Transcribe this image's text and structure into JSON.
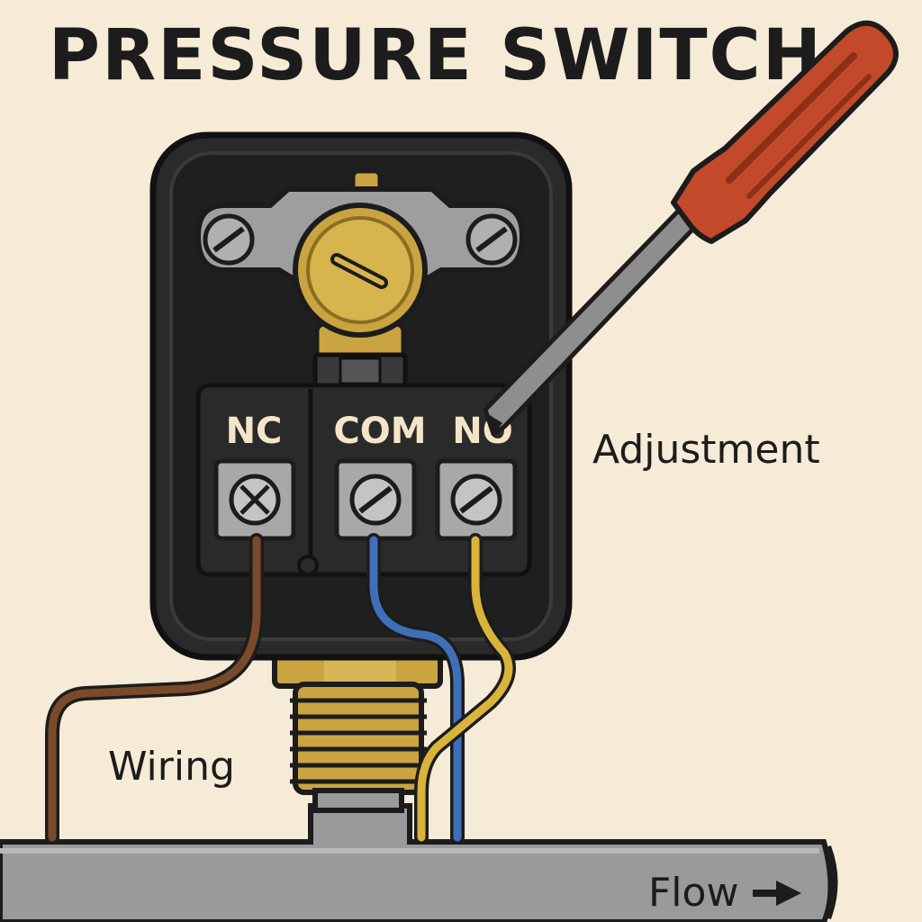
{
  "title": "PRESSURE SWITCH",
  "terminals": {
    "nc": "NC",
    "com": "COM",
    "no": "NO"
  },
  "labels": {
    "adjustment": "Adjustment",
    "wiring": "Wiring",
    "flow": "Flow"
  },
  "wire_colors": {
    "nc": "#7a4a2a",
    "com": "#3f6fb8",
    "no": "#d9b33a"
  },
  "colors": {
    "background": "#f5ebd6",
    "housing": "#2a2a2a",
    "brass": "#c9a440",
    "screwdriver_handle": "#c24a2a",
    "pipe": "#9a9a9a"
  },
  "icons": [
    "screwdriver-icon",
    "adjustment-screw-icon",
    "terminal-screw-icon",
    "arrow-right-icon"
  ]
}
